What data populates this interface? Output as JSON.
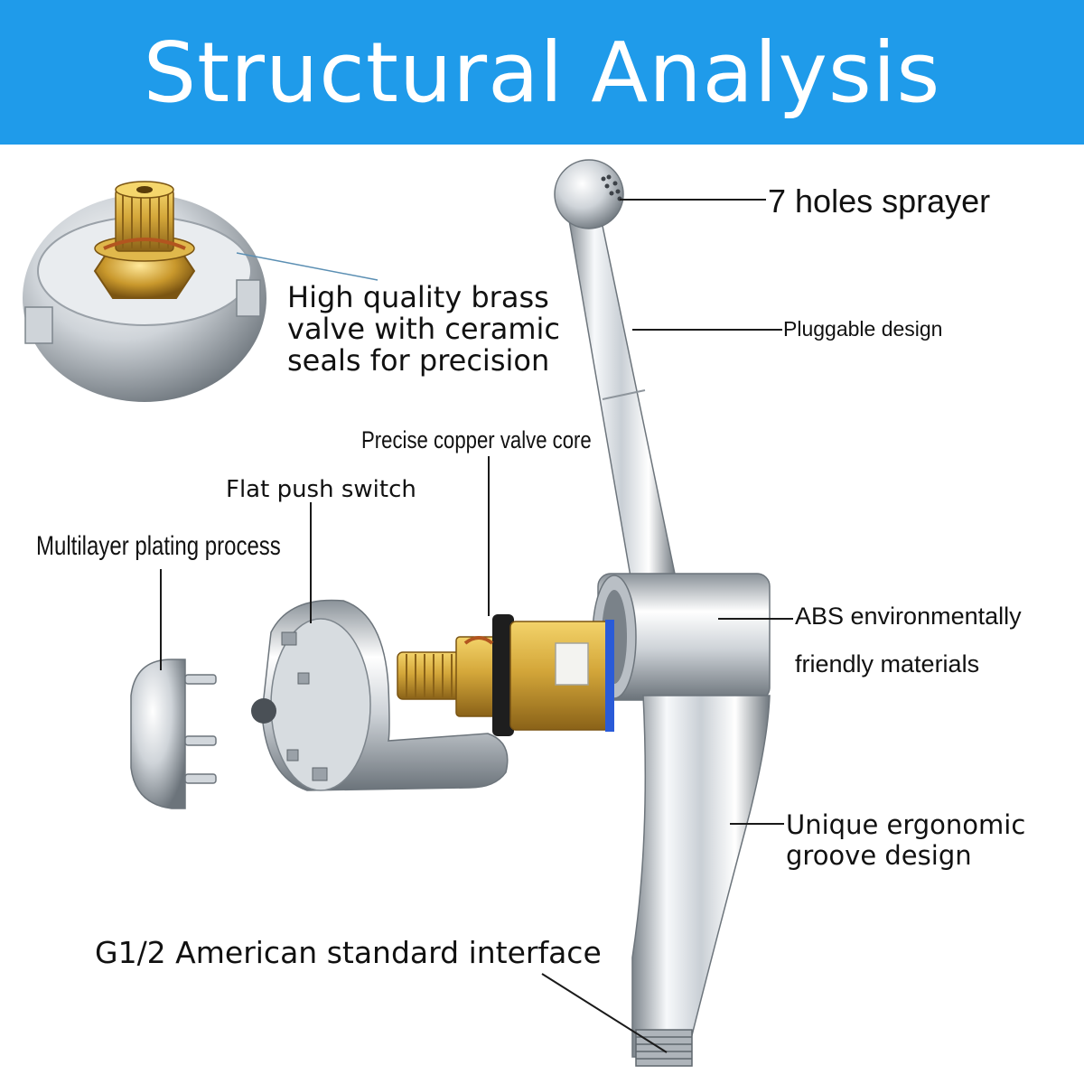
{
  "header": {
    "title": "Structural Analysis",
    "background_color": "#1f9bea",
    "text_color": "#ffffff"
  },
  "callouts": {
    "sprayer": "7 holes sprayer",
    "pluggable": "Pluggable design",
    "brass_valve": {
      "line1": "High quality brass",
      "line2": "valve with ceramic",
      "line3": "seals for precision"
    },
    "copper_core": "Precise copper valve core",
    "flat_switch": "Flat push switch",
    "multilayer": "Multilayer plating process",
    "abs": {
      "line1": "ABS environmentally",
      "line2": "friendly materials"
    },
    "ergonomic": {
      "line1": "Unique ergonomic",
      "line2": "groove design"
    },
    "interface": "G1/2 American standard interface"
  },
  "colors": {
    "chrome_light": "#f4f6f8",
    "chrome_dark": "#8e959c",
    "brass": "#d4a73a",
    "leader_line": "#1a1a1a"
  },
  "parts": [
    {
      "name": "brass-valve-closeup-photo"
    },
    {
      "name": "sprayer-body"
    },
    {
      "name": "copper-valve-core"
    },
    {
      "name": "push-switch-lever"
    },
    {
      "name": "dome-cap"
    }
  ]
}
